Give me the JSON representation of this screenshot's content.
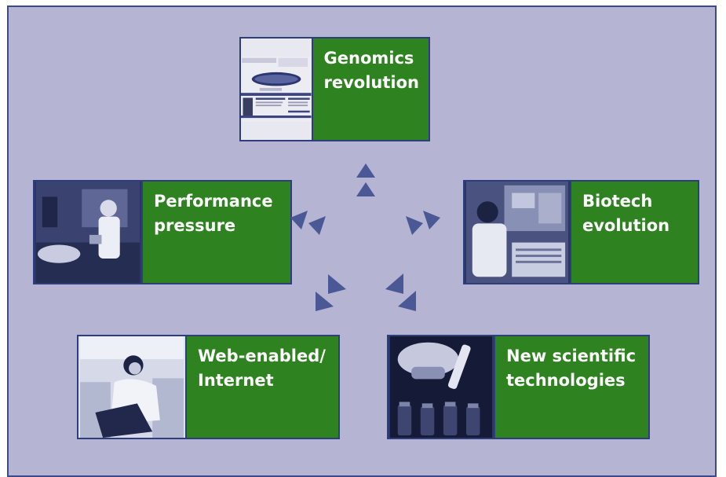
{
  "nodes": [
    {
      "id": "genomics",
      "label": "Genomics\nrevolution",
      "image": "health-website-screenshot"
    },
    {
      "id": "performance",
      "label": "Performance\npressure",
      "image": "hospital-doctor-patient-photo"
    },
    {
      "id": "biotech",
      "label": "Biotech\nevolution",
      "image": "lab-scientist-computer-photo"
    },
    {
      "id": "web",
      "label": "Web-enabled/\nInternet",
      "image": "woman-laptop-photo"
    },
    {
      "id": "newtech",
      "label": "New scientific\ntechnologies",
      "image": "scientist-vials-photo"
    }
  ],
  "colors": {
    "background": "#b5b5d3",
    "card_green": "#2e8220",
    "border_navy": "#2e3d7c",
    "arrow": "#4a5896"
  }
}
